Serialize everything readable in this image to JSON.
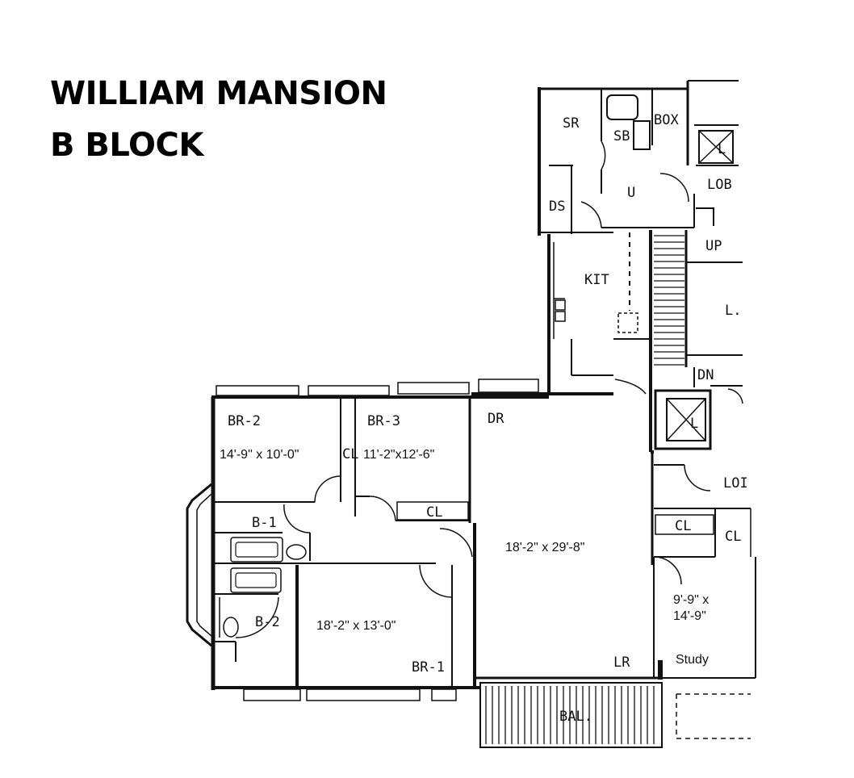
{
  "header": {
    "title_line1": "WILLIAM MANSION",
    "title_line2": "B BLOCK"
  },
  "rooms": {
    "sr": "SR",
    "sb": "SB",
    "box": "BOX",
    "u": "U",
    "lob_top": "LOB",
    "ds": "DS",
    "up": "UP",
    "kit": "KIT",
    "lift_label_1": "L",
    "l_room": "L.",
    "dn": "DN",
    "lift_label_2": "L",
    "lob_right": "LOI",
    "dr": "DR",
    "br2": "BR-2",
    "br2_dim": "14'-9\" x 10'-0\"",
    "cl_br2": "CL",
    "br3": "BR-3",
    "br3_dim": "11'-2\"x12'-6\"",
    "cl_br3": "CL",
    "b1": "B-1",
    "b2": "B-2",
    "dr_lr_dim": "18'-2\" x 29'-8\"",
    "cl_study_1": "CL",
    "cl_study_2": "CL",
    "study_dim_1": "9'-9\" x",
    "study_dim_2": "14'-9\"",
    "study": "Study",
    "br1_dim": "18'-2\" x 13'-0\"",
    "br1": "BR-1",
    "lr": "LR",
    "bal": "BAL."
  }
}
